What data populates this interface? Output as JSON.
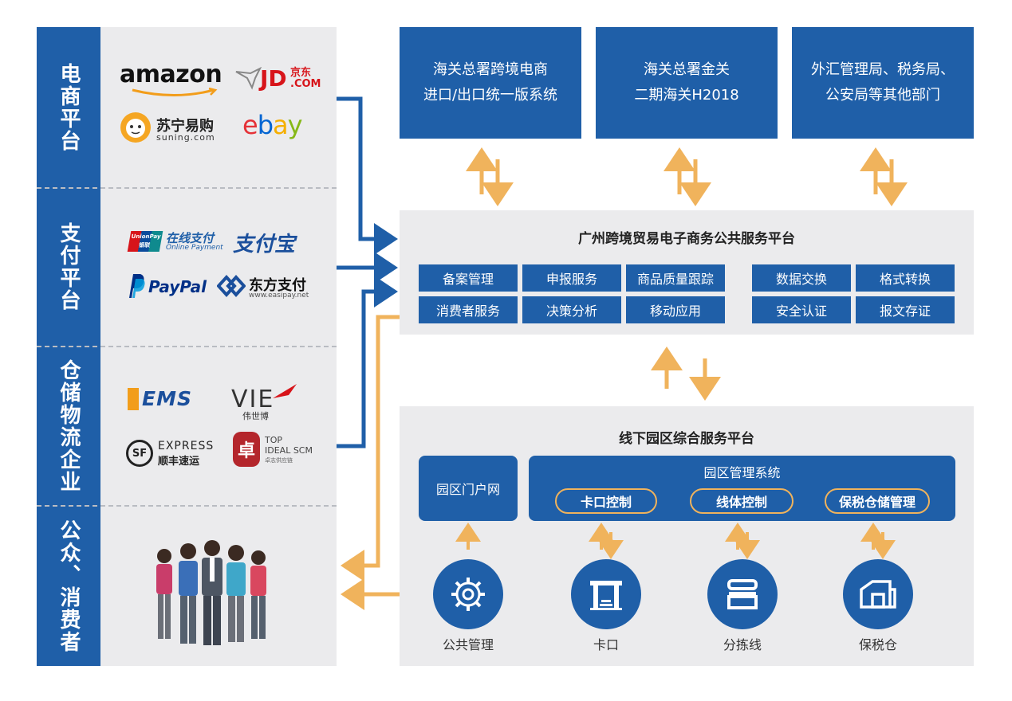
{
  "left": {
    "categories": [
      {
        "label": "电商平台"
      },
      {
        "label": "支付平台"
      },
      {
        "label": "仓储物流企业"
      },
      {
        "label": "公众、消费者"
      }
    ],
    "logos": {
      "amazon": "amazon",
      "jd": "JD",
      "jd_cn": "京东",
      "jd_com": ".COM",
      "suning_cn": "苏宁易购",
      "suning_en": "suning.com",
      "ebay_e": "e",
      "ebay_b": "b",
      "ebay_a": "a",
      "ebay_y": "y",
      "unionpay_a": "UnionPay",
      "unionpay_b": "银联",
      "online_cn": "在线支付",
      "online_en": "Online Payment",
      "alipay": "支付宝",
      "paypal": "PayPal",
      "easipay_cn": "东方支付",
      "easipay_en": "www.easipay.net",
      "ems": "EMS",
      "vie": "VIE",
      "vie_cn": "伟世博",
      "sf_badge": "SF",
      "sf_en": "EXPRESS",
      "sf_cn": "顺丰速运",
      "top_glyph": "卓",
      "top_l1": "TOP",
      "top_l2": "IDEAL SCM",
      "top_l3": "卓志供应链"
    }
  },
  "top_systems": [
    {
      "line1": "海关总署跨境电商",
      "line2": "进口/出口统一版系统"
    },
    {
      "line1": "海关总署金关",
      "line2": "二期海关H2018"
    },
    {
      "line1": "外汇管理局、税务局、",
      "line2": "公安局等其他部门"
    }
  ],
  "platform": {
    "title": "广州跨境贸易电子商务公共服务平台",
    "services": [
      "备案管理",
      "申报服务",
      "商品质量跟踪",
      "消费者服务",
      "决策分析",
      "移动应用",
      "数据交换",
      "格式转换",
      "安全认证",
      "报文存证"
    ]
  },
  "offline": {
    "title": "线下园区综合服务平台",
    "portal": "园区门户网",
    "mgmt_title": "园区管理系统",
    "pills": [
      "卡口控制",
      "线体控制",
      "保税仓储管理"
    ],
    "nodes": [
      {
        "label": "公共管理",
        "icon": "gear-icon"
      },
      {
        "label": "卡口",
        "icon": "gate-icon"
      },
      {
        "label": "分拣线",
        "icon": "sorting-line-icon"
      },
      {
        "label": "保税仓",
        "icon": "warehouse-icon"
      }
    ]
  },
  "colors": {
    "blue": "#1f5fa8",
    "orange": "#f0b35c",
    "panel": "#ebebed"
  }
}
